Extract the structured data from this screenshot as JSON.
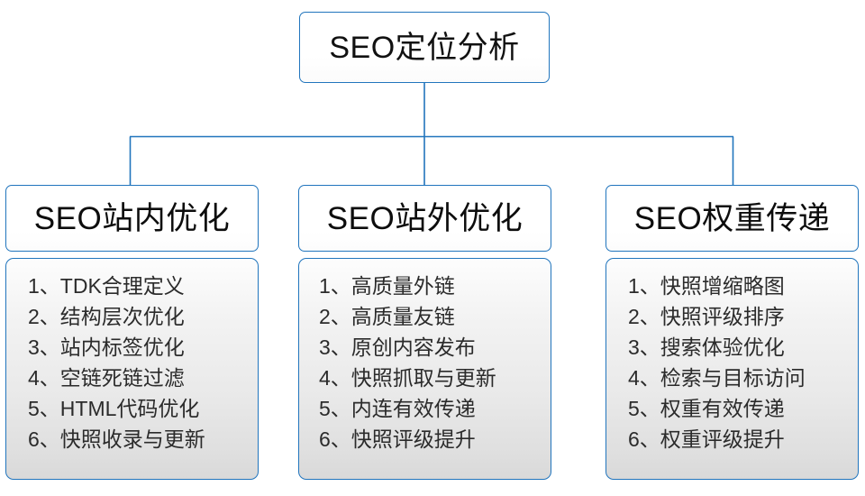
{
  "diagram": {
    "type": "tree",
    "root": {
      "label": "SEO定位分析"
    },
    "connector_color": "#2175bd",
    "border_color": "#2175bd",
    "branches": [
      {
        "header": "SEO站内优化",
        "items": [
          "1、TDK合理定义",
          "2、结构层次优化",
          "3、站内标签优化",
          "4、空链死链过滤",
          "5、HTML代码优化",
          "6、快照收录与更新"
        ]
      },
      {
        "header": "SEO站外优化",
        "items": [
          "1、高质量外链",
          "2、高质量友链",
          "3、原创内容发布",
          "4、快照抓取与更新",
          "5、内连有效传递",
          "6、快照评级提升"
        ]
      },
      {
        "header": "SEO权重传递",
        "items": [
          "1、快照增缩略图",
          "2、快照评级排序",
          "3、搜索体验优化",
          "4、检索与目标访问",
          "5、权重有效传递",
          "6、权重评级提升"
        ]
      }
    ]
  }
}
